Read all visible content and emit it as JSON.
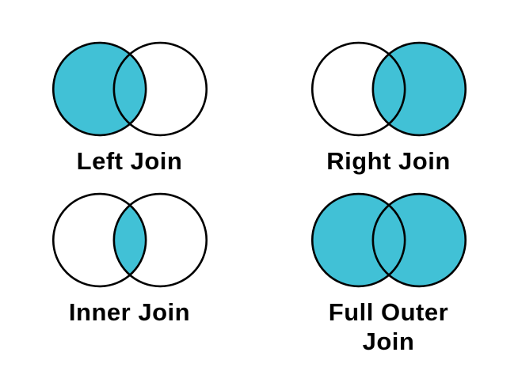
{
  "figure": {
    "background_color": "#ffffff",
    "venn_fill_color": "#41C1D6",
    "venn_stroke_color": "#000000",
    "label_color": "#000000",
    "diagrams": [
      {
        "label": "Left Join",
        "shaded_region": "left-circle"
      },
      {
        "label": "Right Join",
        "shaded_region": "right-circle"
      },
      {
        "label": "Inner Join",
        "shaded_region": "intersection"
      },
      {
        "label": "Full Outer Join",
        "shaded_region": "both-circles"
      }
    ]
  }
}
